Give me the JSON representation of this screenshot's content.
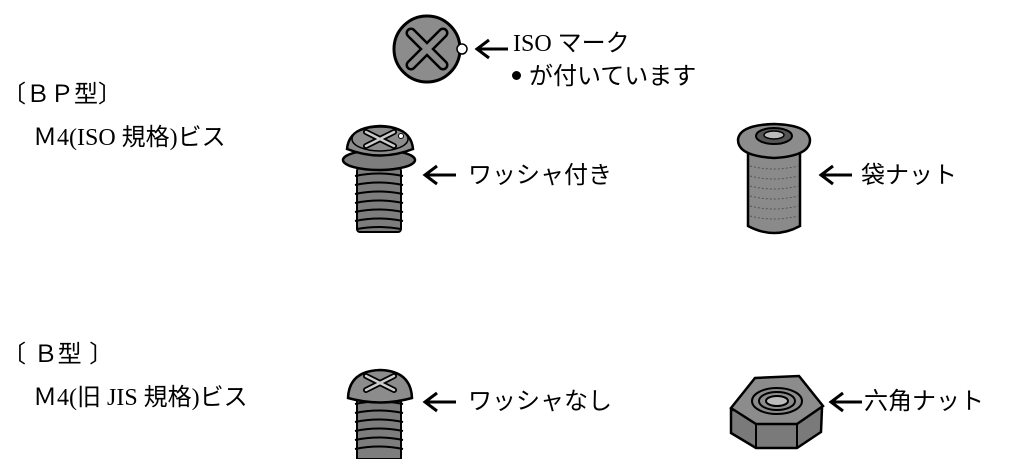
{
  "iso_callout": {
    "line1": "ISO マーク",
    "line2": "が付いています"
  },
  "bp_section": {
    "heading": "〔ＢＰ型〕",
    "screw_label": "Ｍ4(ISO 規格)ビス",
    "washer_label": "ワッシャ付き",
    "nut_label": "袋ナット"
  },
  "b_section": {
    "heading": "〔 Ｂ型 〕",
    "screw_label": "Ｍ4(旧 JIS 規格)ビス",
    "washer_label": "ワッシャなし",
    "nut_label": "六角ナット"
  },
  "colors": {
    "part_fill": "#8c8c8c",
    "part_dark": "#6e6e6e",
    "outline": "#000000"
  }
}
